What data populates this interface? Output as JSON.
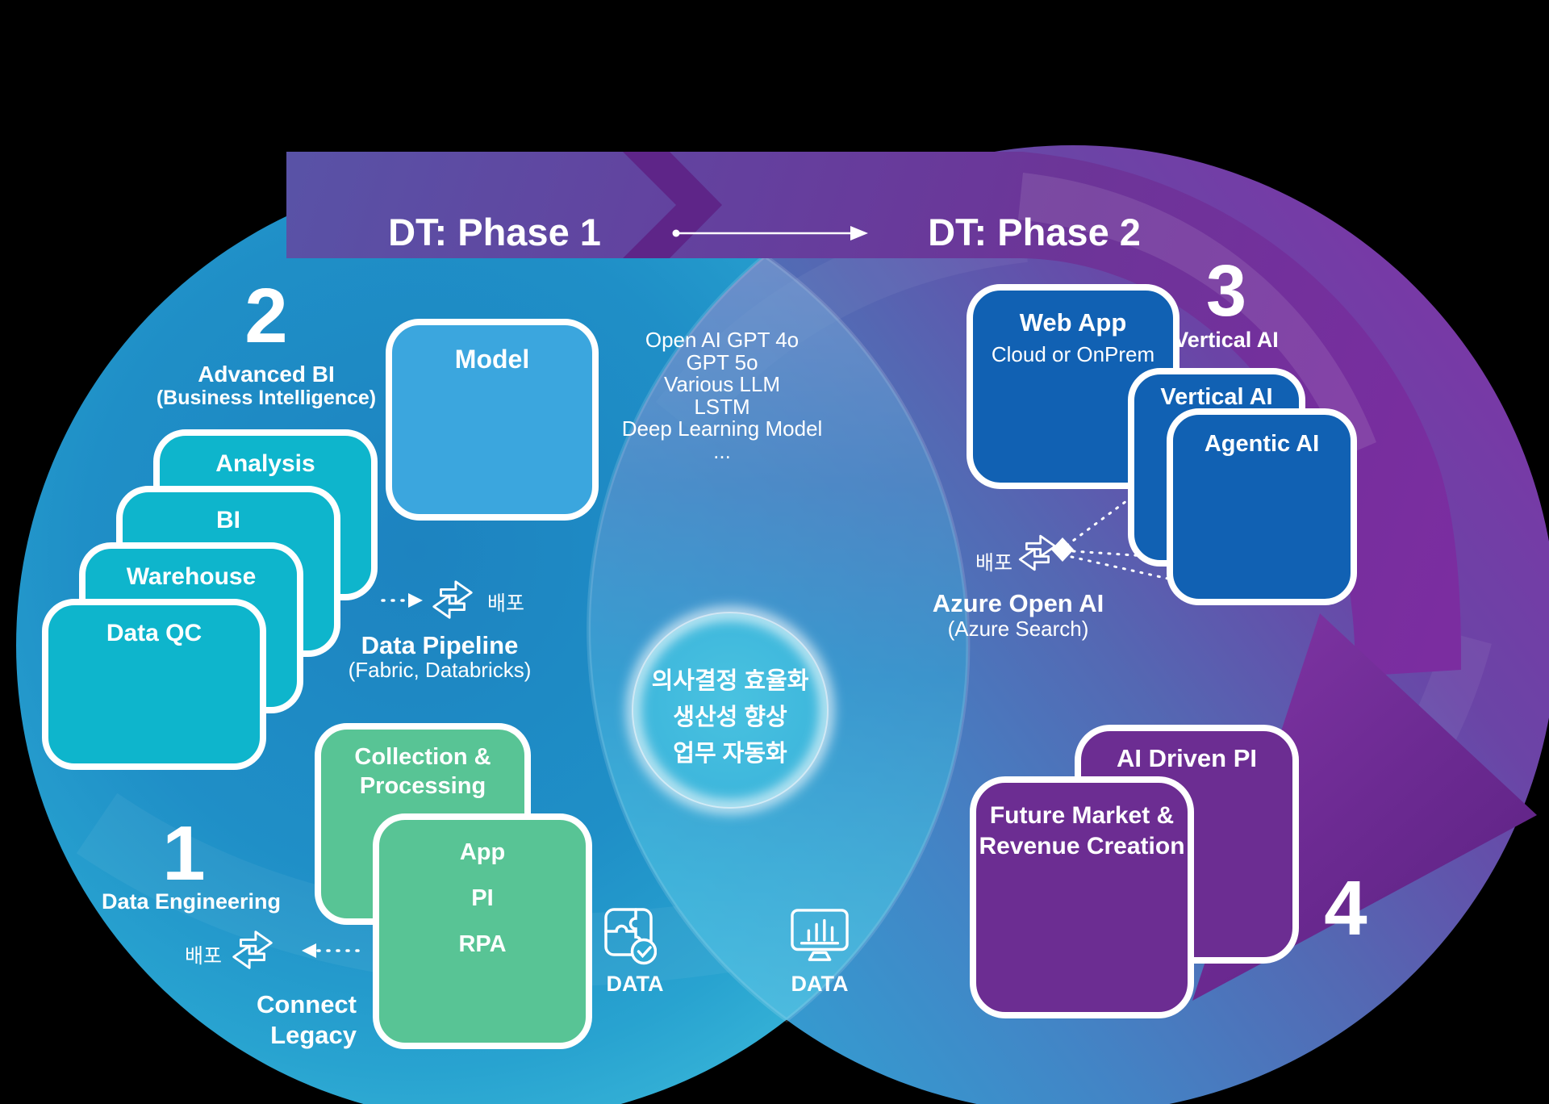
{
  "header": {
    "phase1_title": "DT: Phase 1",
    "phase2_title": "DT: Phase 2"
  },
  "phase1": {
    "step2_number": "2",
    "step2_label": "Advanced BI",
    "step2_sublabel": "(Business Intelligence)",
    "model_card_label": "Model",
    "stack_cards": [
      "Analysis",
      "BI",
      "Warehouse",
      "Data QC"
    ],
    "deploy_label_top": "배포",
    "pipeline_title": "Data Pipeline",
    "pipeline_subtitle": "(Fabric, Databricks)",
    "collection_card_line1": "Collection &",
    "collection_card_line2": "Processing",
    "app_card_items": [
      "App",
      "PI",
      "RPA"
    ],
    "step1_number": "1",
    "step1_label": "Data Engineering",
    "deploy_label_bottom": "배포",
    "connect_line1": "Connect",
    "connect_line2": "Legacy",
    "data_label": "DATA"
  },
  "center": {
    "model_list": [
      "Open AI GPT 4o",
      "GPT 5o",
      "Various LLM",
      "LSTM",
      "Deep Learning Model",
      "..."
    ],
    "goal_lines": [
      "의사결정 효율화",
      "생산성 향상",
      "업무 자동화"
    ]
  },
  "phase2": {
    "webapp_title": "Web App",
    "webapp_subtitle": "Cloud or OnPrem",
    "step3_number": "3",
    "step3_label": "Vertical AI",
    "vertical_card_label": "Vertical AI",
    "agentic_card_label": "Agentic AI",
    "deploy_label": "배포",
    "azure_title": "Azure Open AI",
    "azure_subtitle": "(Azure Search)",
    "ai_driven_card_label": "AI Driven PI",
    "future_card_line1": "Future Market &",
    "future_card_line2": "Revenue Creation",
    "step4_number": "4",
    "data_label": "DATA"
  },
  "colors": {
    "teal_card": "#0EB5CC",
    "model_card_blue": "#3BA6DE",
    "green_card": "#58C495",
    "dark_blue_card": "#1161B3",
    "purple_card": "#6C2D92",
    "ribbon_purple": "#7B2DA0",
    "left_circle_blue": "#1F8FC7",
    "right_circle_purple": "#8032A6",
    "text_white": "#FFFFFF"
  }
}
